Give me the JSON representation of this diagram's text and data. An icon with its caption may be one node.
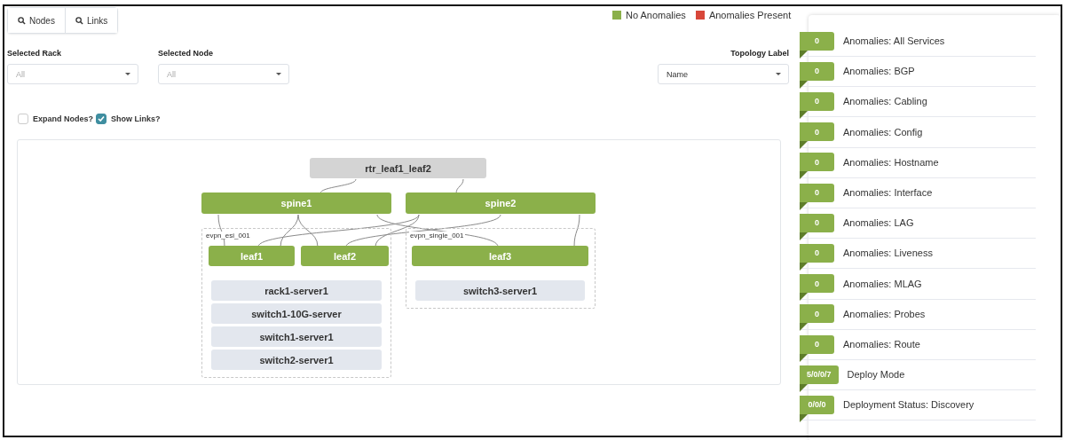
{
  "diagram": {
    "nodes": [
      {
        "text": [
          "rtr_leaf1_leaf2"
        ]
      },
      {
        "text": [
          "spine1"
        ]
      },
      {
        "text": [
          "spine2"
        ]
      },
      {
        "text": [
          "evpn_esi_001"
        ]
      },
      {
        "text": [
          "leaf1"
        ],
        "in": 3
      },
      {
        "text": [
          "leaf2"
        ],
        "in": 3
      },
      {
        "text": [
          "rack1-server1"
        ],
        "in": 3
      },
      {
        "text": [
          "switch1-10G-server"
        ],
        "in": 3
      },
      {
        "text": [
          "switch1-server1"
        ],
        "in": 3
      },
      {
        "text": [
          "switch2-server1"
        ],
        "in": 3
      },
      {
        "text": [
          "evpn_single_001"
        ]
      },
      {
        "text": [
          "leaf3"
        ],
        "in": 10
      },
      {
        "text": [
          "switch3-server1"
        ],
        "in": 10
      }
    ],
    "edges": [
      {
        "from": 0,
        "to": 1,
        "arrow": "none"
      },
      {
        "from": 0,
        "to": 2,
        "arrow": "none"
      },
      {
        "from": 1,
        "to": 4,
        "arrow": "none"
      },
      {
        "from": 1,
        "to": 4,
        "arrow": "none"
      },
      {
        "from": 1,
        "to": 5,
        "arrow": "none"
      },
      {
        "from": 1,
        "to": 11,
        "arrow": "none"
      },
      {
        "from": 2,
        "to": 4,
        "arrow": "none"
      },
      {
        "from": 2,
        "to": 5,
        "arrow": "none"
      },
      {
        "from": 2,
        "to": 5,
        "arrow": "none"
      },
      {
        "from": 2,
        "to": 11,
        "arrow": "none"
      }
    ],
    "labels": [
      "Nodes",
      "Links",
      "Selected Rack",
      "All",
      "Selected Node",
      "All",
      "Topology Label",
      "Name",
      "Expand Nodes?",
      "Show Links?",
      "0",
      "Anomalies: All Services",
      "0",
      "Anomalies: BGP",
      "0",
      "Anomalies: Cabling",
      "0",
      "Anomalies: Config",
      "0",
      "Anomalies: Hostname",
      "0",
      "Anomalies: Interface",
      "0",
      "Anomalies: LAG",
      "0",
      "Anomalies: Liveness",
      "0",
      "Anomalies: MLAG",
      "0",
      "Anomalies: Probes",
      "0",
      "Anomalies: Route",
      "5/0/0/7",
      "Deploy Mode",
      "0/0/0",
      "Deployment Status: Discovery"
    ],
    "legend": [
      {
        "text": "No Anomalies",
        "color": "#8bb04a"
      },
      {
        "text": "Anomalies Present",
        "color": "#d8473a"
      }
    ]
  }
}
